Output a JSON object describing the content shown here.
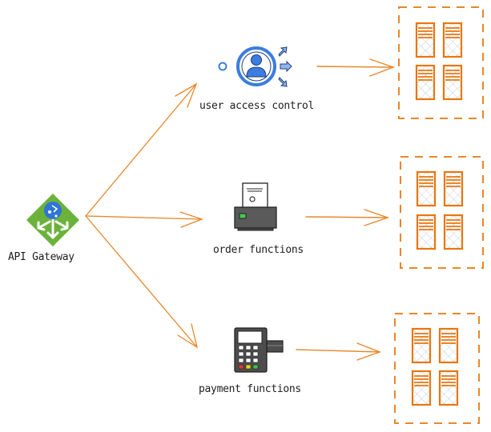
{
  "diagram": {
    "title": "",
    "colors": {
      "arrow": "#e8872a",
      "server": "#e8760e",
      "boundary": "#e8872a",
      "gateway_green": "#6bb23a",
      "user_blue": "#3b7de0",
      "device_dark": "#444444"
    },
    "gateway": {
      "label": "API Gateway",
      "icon": "api-gateway-icon"
    },
    "services": [
      {
        "id": "user-access-control",
        "label": "user access control",
        "icon": "user-access-icon",
        "server_count": 4
      },
      {
        "id": "order-functions",
        "label": "order functions",
        "icon": "printer-icon",
        "server_count": 4
      },
      {
        "id": "payment-functions",
        "label": "payment functions",
        "icon": "card-terminal-icon",
        "server_count": 4
      }
    ],
    "edges": [
      {
        "from": "API Gateway",
        "to": "user access control"
      },
      {
        "from": "API Gateway",
        "to": "order functions"
      },
      {
        "from": "API Gateway",
        "to": "payment functions"
      },
      {
        "from": "user access control",
        "to": "server-group-1"
      },
      {
        "from": "order functions",
        "to": "server-group-2"
      },
      {
        "from": "payment functions",
        "to": "server-group-3"
      }
    ]
  }
}
